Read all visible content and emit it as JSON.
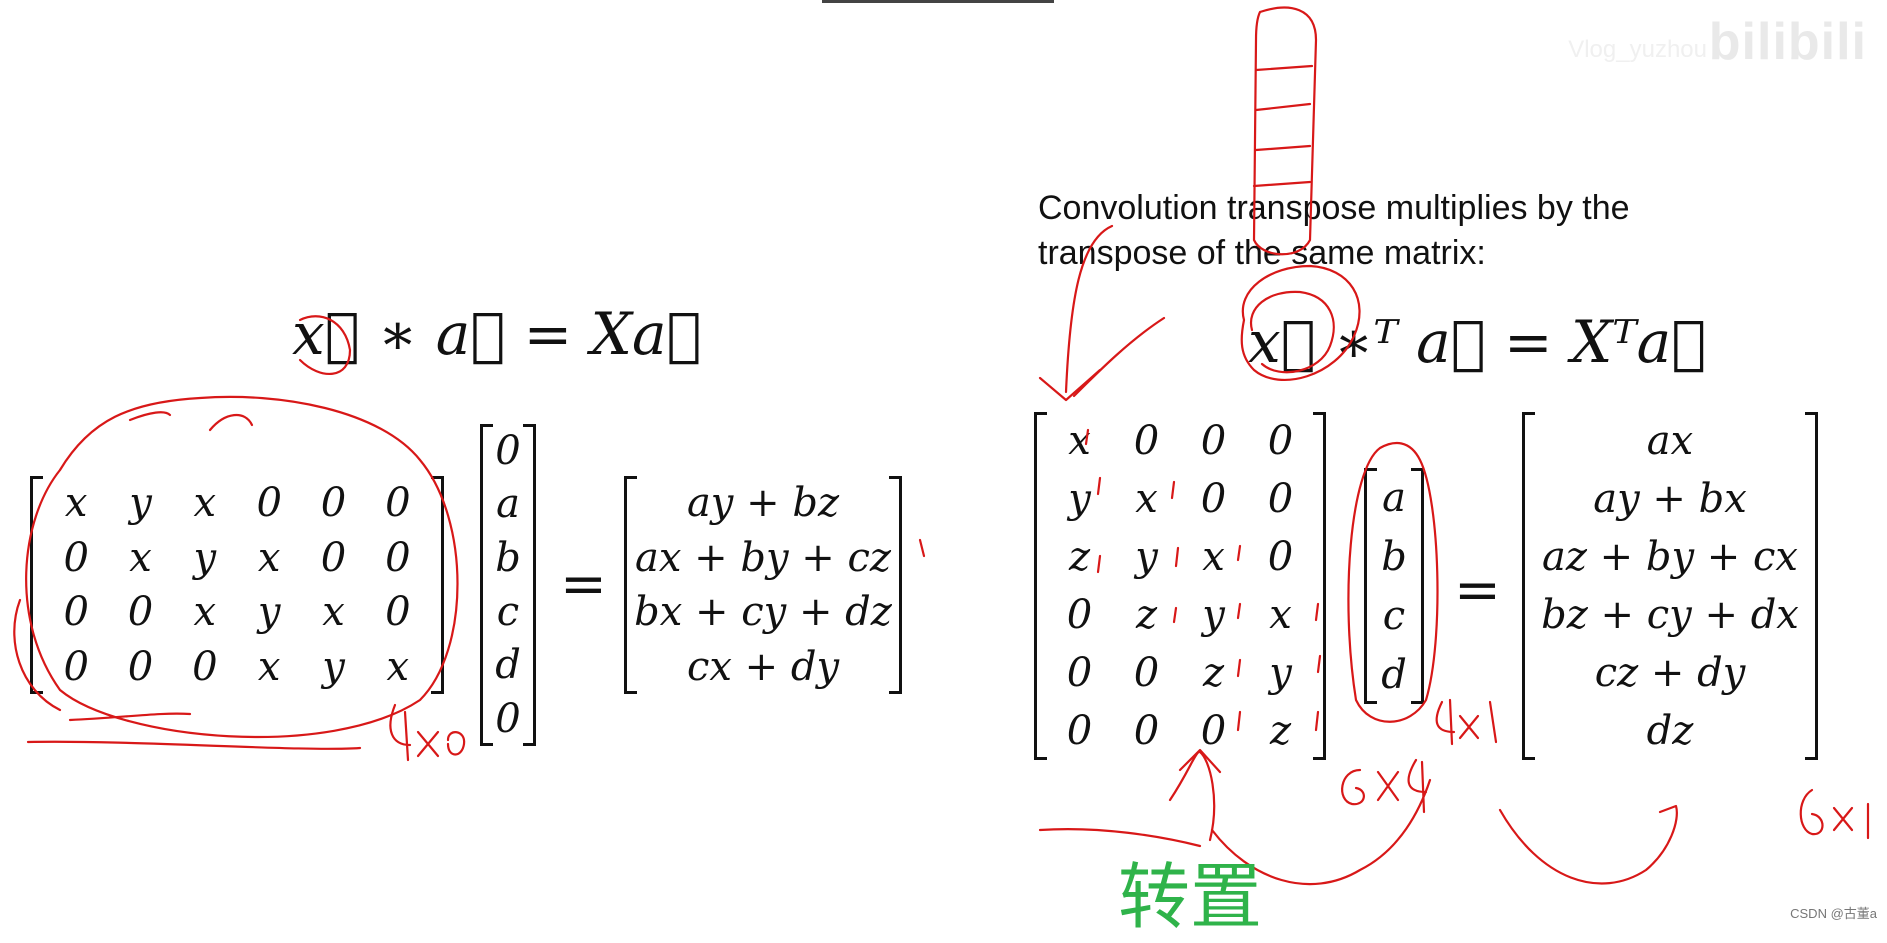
{
  "watermark": {
    "brand": "bilibili",
    "uploader": "Vlog_yuzhou"
  },
  "caption": "Convolution transpose multiplies by the transpose of the same matrix:",
  "left": {
    "equation": "x⃗ ∗ a⃗ = Xa⃗",
    "matrix_X": [
      [
        "x",
        "y",
        "x",
        "0",
        "0",
        "0"
      ],
      [
        "0",
        "x",
        "y",
        "x",
        "0",
        "0"
      ],
      [
        "0",
        "0",
        "x",
        "y",
        "x",
        "0"
      ],
      [
        "0",
        "0",
        "0",
        "x",
        "y",
        "x"
      ]
    ],
    "vector_a": [
      "0",
      "a",
      "b",
      "c",
      "d",
      "0"
    ],
    "equals": "=",
    "result": [
      "ay + bz",
      "ax + by + cz",
      "bx + cy + dz",
      "cx + dy"
    ],
    "size_note": "4×6"
  },
  "right": {
    "equation": "x⃗ ∗ᵀ a⃗ = Xᵀa⃗",
    "matrix_XT": [
      [
        "x",
        "0",
        "0",
        "0"
      ],
      [
        "y",
        "x",
        "0",
        "0"
      ],
      [
        "z",
        "y",
        "x",
        "0"
      ],
      [
        "0",
        "z",
        "y",
        "x"
      ],
      [
        "0",
        "0",
        "z",
        "y"
      ],
      [
        "0",
        "0",
        "0",
        "z"
      ]
    ],
    "vector_a": [
      "a",
      "b",
      "c",
      "d"
    ],
    "equals": "=",
    "result": [
      "ax",
      "ay + bx",
      "az + by + cx",
      "bz + cy + dx",
      "cz + dy",
      "dz"
    ],
    "size_note_matrix": "6×4",
    "size_note_vector": "4×1",
    "size_note_result": "6×1"
  },
  "annotation_green": "转置",
  "credit": "CSDN @古董a",
  "colors": {
    "ink_red": "#d81818",
    "green": "#2fb34a",
    "text": "#111111"
  }
}
